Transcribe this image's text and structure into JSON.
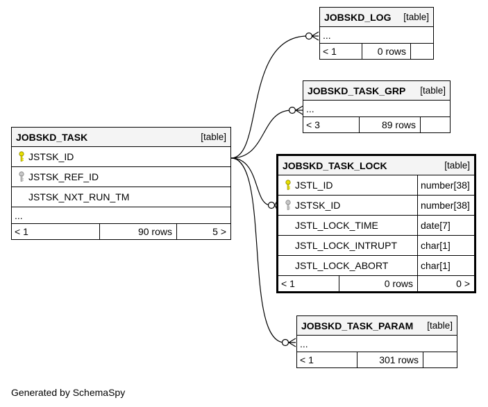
{
  "tables": {
    "log": {
      "name": "JOBSKD_LOG",
      "kind": "[table]",
      "ellipsis": "...",
      "footer": [
        "< 1",
        "0 rows",
        ""
      ]
    },
    "grp": {
      "name": "JOBSKD_TASK_GRP",
      "kind": "[table]",
      "ellipsis": "...",
      "footer": [
        "< 3",
        "89 rows",
        ""
      ]
    },
    "task": {
      "name": "JOBSKD_TASK",
      "kind": "[table]",
      "columns": [
        {
          "name": "JSTSK_ID",
          "key": "primary-key-icon"
        },
        {
          "name": "JSTSK_REF_ID",
          "key": "foreign-key-icon"
        },
        {
          "name": "JSTSK_NXT_RUN_TM",
          "key": ""
        }
      ],
      "ellipsis": "...",
      "footer": [
        "< 1",
        "90 rows",
        "5 >"
      ]
    },
    "lock": {
      "name": "JOBSKD_TASK_LOCK",
      "kind": "[table]",
      "columns": [
        {
          "name": "JSTL_ID",
          "type": "number[38]",
          "key": "primary-key-icon"
        },
        {
          "name": "JSTSK_ID",
          "type": "number[38]",
          "key": "foreign-key-icon"
        },
        {
          "name": "JSTL_LOCK_TIME",
          "type": "date[7]",
          "key": ""
        },
        {
          "name": "JSTL_LOCK_INTRUPT",
          "type": "char[1]",
          "key": ""
        },
        {
          "name": "JSTL_LOCK_ABORT",
          "type": "char[1]",
          "key": ""
        }
      ],
      "footer": [
        "< 1",
        "0 rows",
        "0 >"
      ]
    },
    "param": {
      "name": "JOBSKD_TASK_PARAM",
      "kind": "[table]",
      "ellipsis": "...",
      "footer": [
        "< 1",
        "301 rows",
        ""
      ]
    }
  },
  "colors": {
    "primary_key": "#e8e000",
    "foreign_key": "#a0a0a0",
    "header_bg": "#f4f4f4"
  },
  "credit": "Generated by SchemaSpy"
}
